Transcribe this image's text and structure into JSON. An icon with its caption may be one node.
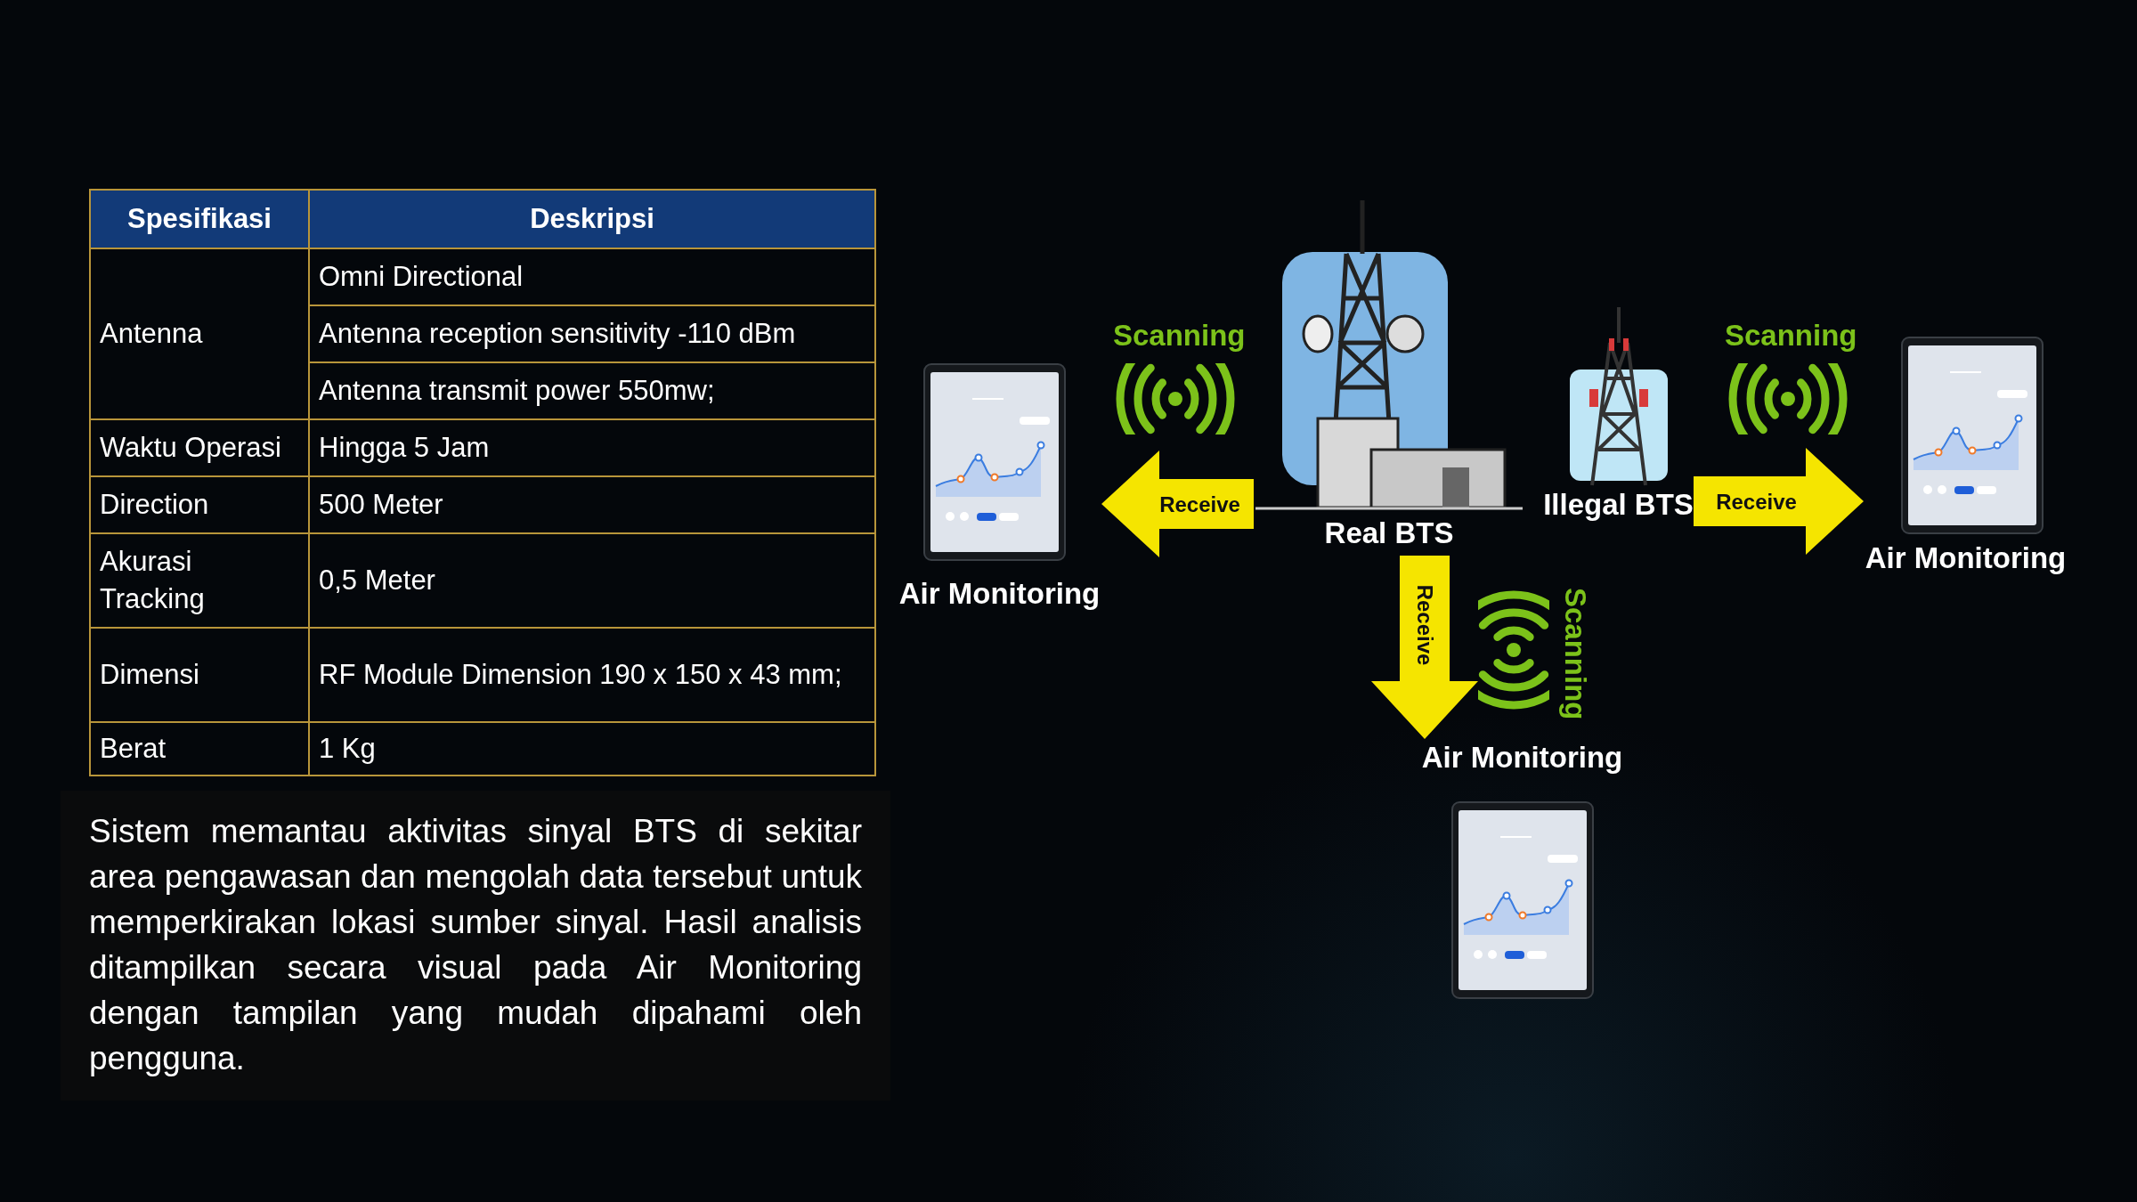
{
  "diagram": {
    "nodes": [
      {
        "text": [
          "Air Monitoring"
        ]
      },
      {
        "text": [
          "Real BTS"
        ]
      },
      {
        "text": [
          "Illegal BTS"
        ]
      },
      {
        "text": [
          "Air Monitoring"
        ]
      },
      {
        "text": [
          "Air Monitoring"
        ]
      }
    ],
    "edges": [
      {
        "from": 1,
        "to": 0,
        "arrow": "to",
        "label": "Receive"
      },
      {
        "from": 2,
        "to": 3,
        "arrow": "to",
        "label": "Receive"
      },
      {
        "from": 1,
        "to": 4,
        "arrow": "to",
        "label": "Receive"
      }
    ],
    "labels": [
      "Spesifikasi",
      "Deskripsi",
      "Antenna",
      "Omni Directional",
      "Antenna reception sensitivity -110 dBm",
      "Antenna transmit power 550mw;",
      "Waktu Operasi",
      "Hingga 5 Jam",
      "Direction",
      "500 Meter",
      "Akurasi Tracking",
      "0,5 Meter",
      "Dimensi",
      "RF Module Dimension 190 x 150 x 43 mm;",
      "Berat",
      "1 Kg",
      "Sistem memantau aktivitas sinyal BTS di sekitar area pengawasan dan mengolah data tersebut untuk memperkirakan lokasi sumber sinyal. Hasil analisis ditampilkan secara visual pada Air Monitoring dengan tampilan yang mudah dipahami oleh pengguna.",
      "Scanning",
      "Scanning",
      "Scanning"
    ]
  }
}
